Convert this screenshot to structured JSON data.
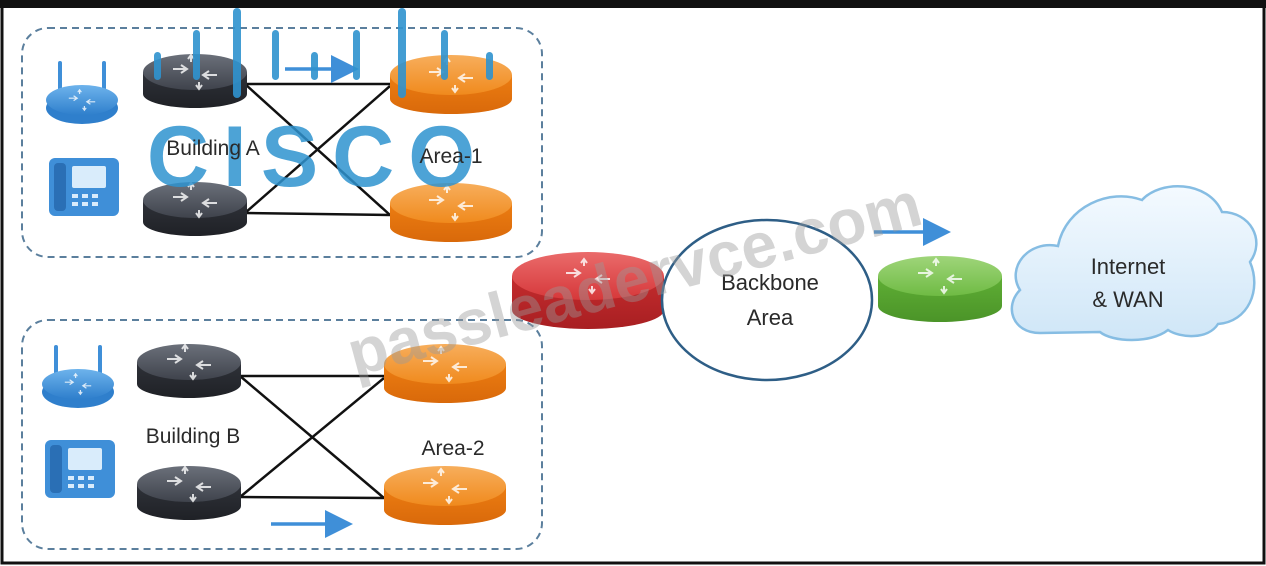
{
  "labels": {
    "building_a": "Building A",
    "building_b": "Building B",
    "area_1": "Area-1",
    "area_2": "Area-2",
    "backbone_line1": "Backbone",
    "backbone_line2": "Area",
    "internet_line1": "Internet",
    "internet_line2": "& WAN"
  },
  "watermarks": {
    "brand": "CISCO",
    "site": "passleadervce.com"
  },
  "colors": {
    "frame": "#111111",
    "dashed_border": "#5b7f9d",
    "dark_router": "#3c4049",
    "orange_router": "#f28a1e",
    "red_router": "#d6373a",
    "green_router": "#6fbb44",
    "device_blue": "#3f8fd8",
    "cisco_blue": "#2f93cf",
    "arrow_blue": "#3f8fd8",
    "cloud_fill": "#dceefa",
    "cloud_stroke": "#86bde3",
    "backbone_stroke": "#2e5e86"
  },
  "icons": {
    "dark_router": "router-icon",
    "orange_router": "router-icon",
    "red_router": "router-icon",
    "green_router": "router-icon",
    "access_point": "wireless-access-point-icon",
    "ip_phone": "ip-phone-icon",
    "cloud": "cloud-icon",
    "arrow": "arrow-right-icon"
  }
}
